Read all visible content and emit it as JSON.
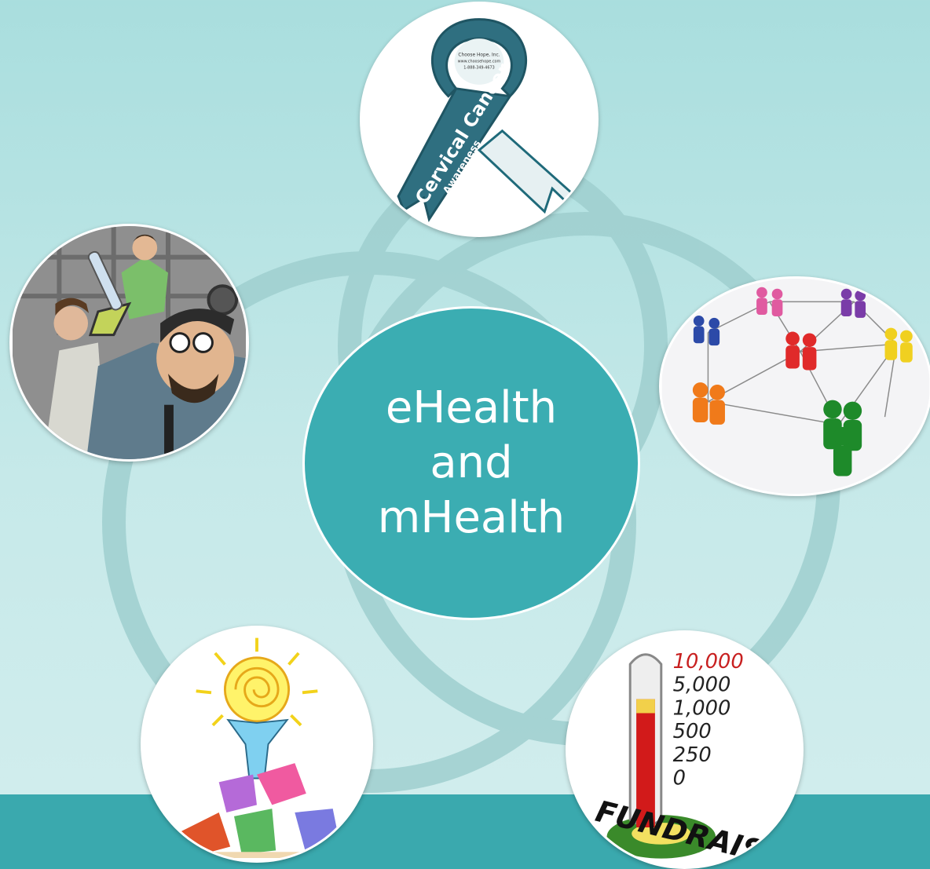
{
  "center": {
    "line1": "eHealth",
    "line2": "and",
    "line3": "mHealth"
  },
  "images": {
    "ribbon": {
      "title": "Cervical Cancer",
      "subtitle": "Awareness",
      "publisher": "Choose Hope, Inc.",
      "website": "www.choosehope.com",
      "phone": "1-888-349-4673"
    },
    "lab": {},
    "network": {},
    "team": {},
    "fundraising": {
      "ticks": [
        "10,000",
        "5,000",
        "1,000",
        "500",
        "250",
        "0"
      ],
      "banner": "FUNDRAISING"
    }
  },
  "colors": {
    "background_top": "#a9dede",
    "background_bottom": "#d3eeee",
    "center_fill": "#3badb2",
    "ring": "#9fcfcf",
    "bottom_band": "#3aa9ae"
  },
  "icons": {
    "ribbon": "awareness-ribbon-icon",
    "lab": "scientists-icon",
    "network": "people-network-icon",
    "team": "teamwork-sun-icon",
    "fundraising": "thermometer-icon"
  }
}
